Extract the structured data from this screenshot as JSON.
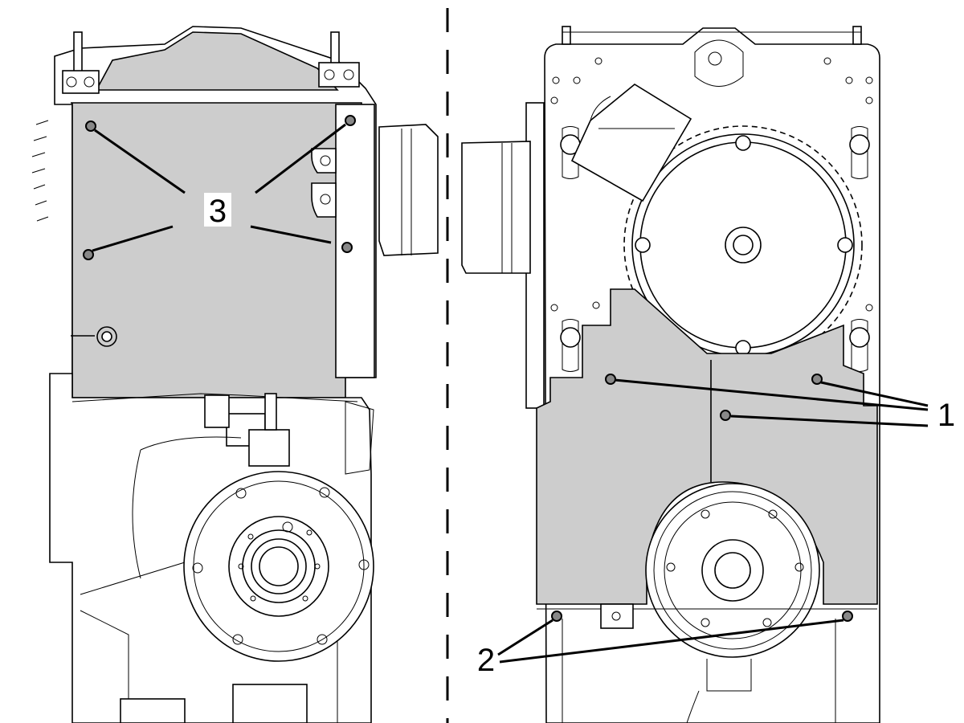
{
  "callouts": {
    "label_1": "1",
    "label_2": "2",
    "label_3": "3"
  },
  "colors": {
    "cover_fill": "#cdcdcd",
    "line": "#000000",
    "background": "#ffffff"
  },
  "figure": {
    "views": [
      "left-view",
      "right-view"
    ],
    "separator": "dashed-vertical"
  }
}
